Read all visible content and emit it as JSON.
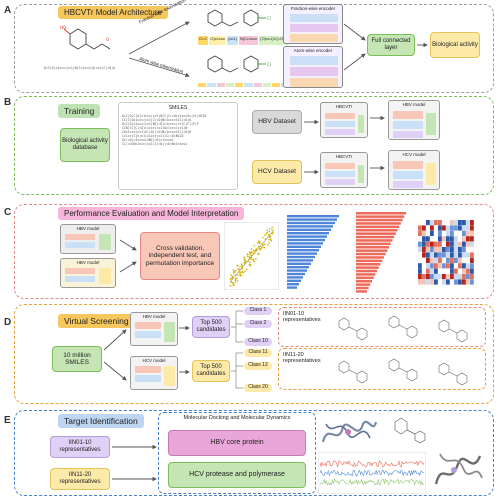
{
  "sections": {
    "a": {
      "letter": "A",
      "title": "HBCVTr Model Architecture",
      "input_smiles": "O=C(O)c1ccc(cc1)N(Cc1ccc(O)cc1)C(=O)O",
      "fraction_tokenization_label": "Fraction wise tokenization",
      "atom_tokenization_label": "Atom wise tokenization",
      "fraction_tokens": [
        "O=C",
        "O)c1ccc",
        "(cc1)",
        "N(Cc1ccc",
        "(O)cc1)C(=O)O"
      ],
      "fraction_encoder_label": "Fraction-wise encoder",
      "atom_encoder_label": "Atom-wise encoder",
      "fc_layer_label": "Full connected layer",
      "output_label": "Biological activity"
    },
    "b": {
      "letter": "B",
      "title": "Training",
      "database_label": "Biological activity database",
      "smiles_header": "SMILES",
      "smiles_lines": [
        "O=C(O)C(O)c1ccc(cc1)N(C)C(=O)c1ccc2c(c1)OCO2",
        "CC(C)Oc1ccc(cc1)C(=O)Nc1ccccc1C(=O)O",
        "O=C(O)c1ccc(cc1)NC(=O)c1cccc(c1)C(F)(F)F",
        "CCN(CC)C(=O)c1ccc(cc1)Oc1ccc(cc1)N",
        "COc1ccc(cc1)S(=O)(=O)Nc1ccccc1C(=O)O",
        "Cc1cc(C)n(n1)c1ccc(cc1)C(=O)NCCO",
        "OC(=O)c1ccccc1NC(=O)c1ccco1",
        "CC(=O)Nc1ccc(cc1)S(=O)(=O)Nc1nccs1"
      ],
      "hbv_dataset_label": "HBV Dataset",
      "hcv_dataset_label": "HCV Dataset",
      "hbcvtr_label": "HBCVTr",
      "hbv_model_label": "HBV model",
      "hcv_model_label": "HCV model"
    },
    "c": {
      "letter": "C",
      "title": "Performance Evaluation and Model Interpretation",
      "hbv_model_label": "HBV model",
      "hcv_model_label": "HBV model",
      "method_label": "Cross validation, independent test, and permutation importance"
    },
    "d": {
      "letter": "D",
      "title": "Virtual Screening",
      "library_label": "10 million SMILES",
      "hbv_model_label": "HBV model",
      "hcv_model_label": "HCV model",
      "top_candidates_label": "Top 500 candidates",
      "classes": [
        "Class 1",
        "Class 2",
        "Class 10",
        "Class 11",
        "Class 12",
        "Class 20"
      ],
      "group1_label": "IIN01-10 representatives",
      "group2_label": "IIN11-20 representatives"
    },
    "e": {
      "letter": "E",
      "title": "Target Identification",
      "md_title": "Molecular Docking and Molecular Dynamics",
      "group1_label": "IIN01-10 representatives",
      "group2_label": "IIN11-20 representatives",
      "hbv_target_label": "HBV core protein",
      "hcv_target_label": "HCV protease and polymerase"
    }
  },
  "colors": {
    "section_a": "#9e9e9e",
    "section_b": "#7cbf5a",
    "section_c": "#e58a8a",
    "section_d": "#e6a23c",
    "section_e": "#4a7fd0",
    "title_a": "#f6c75d",
    "title_b": "#bfe2b4",
    "title_c": "#f6b5d9",
    "title_d": "#f6c75d",
    "title_e": "#bcd5f0",
    "green_box": "#c5e5b5",
    "yellow_box": "#fde9a8",
    "gray_box": "#d9d9d9",
    "salmon_box": "#f9c7b8",
    "purple_box": "#e0d0f5",
    "pink_box": "#e8a6d9",
    "bar_red": "#ee6a5a",
    "bar_blue": "#4f86d9",
    "bar_green": "#8cc96b",
    "bar_yellow": "#f5c85a"
  }
}
